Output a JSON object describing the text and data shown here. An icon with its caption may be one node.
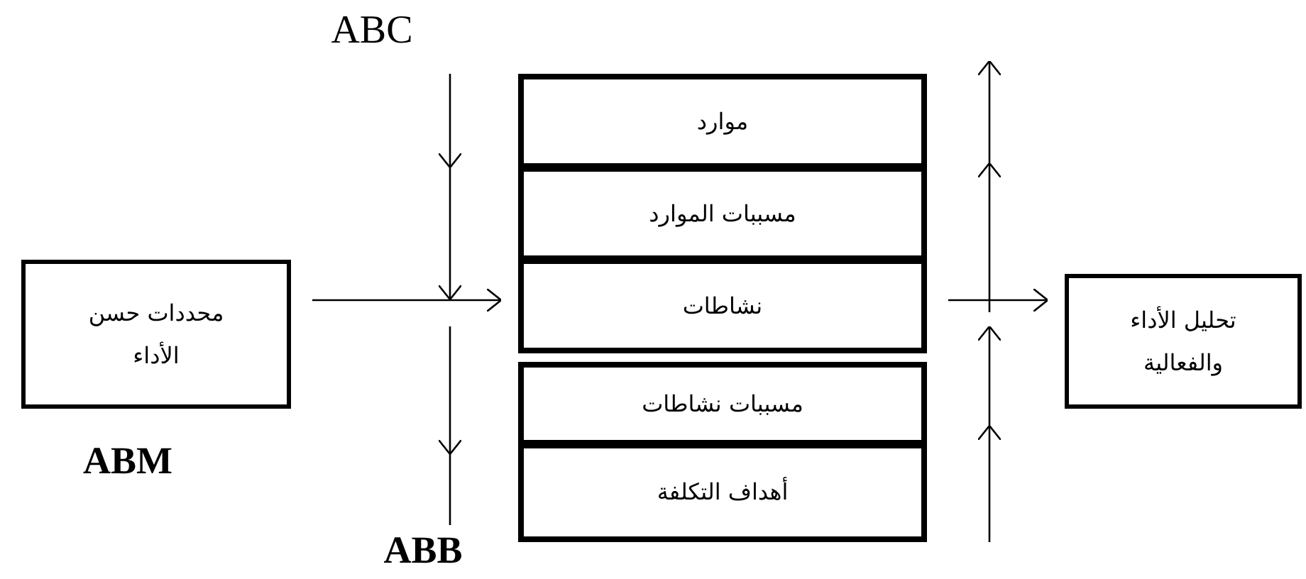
{
  "diagram": {
    "nodes": [
      {
        "text": [
          "محددات حسن الأداء"
        ]
      },
      {
        "text": [
          "موارد"
        ]
      },
      {
        "text": [
          "مسببات الموارد"
        ]
      },
      {
        "text": [
          "نشاطات"
        ]
      },
      {
        "text": [
          "مسببات نشاطات"
        ]
      },
      {
        "text": [
          "أهداف التكلفة"
        ]
      },
      {
        "text": [
          "تحليل الأداء والفعالية"
        ]
      }
    ],
    "edges": [
      {
        "from": 0,
        "to": 3,
        "arrow": "to"
      },
      {
        "from": 3,
        "to": 6,
        "arrow": "to"
      }
    ],
    "labels": [
      "ABC",
      "ABM",
      "ABB"
    ]
  }
}
